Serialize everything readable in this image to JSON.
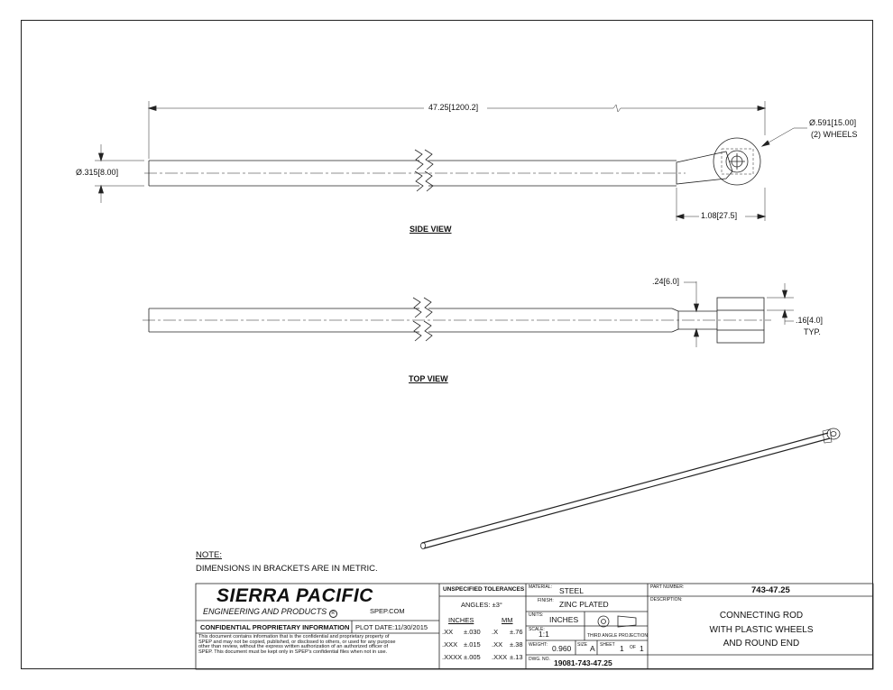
{
  "side_view": {
    "label": "SIDE VIEW",
    "overall_length": "47.25",
    "overall_length_mm": "1200.2",
    "rod_diameter": "Ø.315",
    "rod_diameter_mm": "8.00",
    "end_length": "1.08",
    "end_length_mm": "27.5",
    "wheel_diameter": "Ø.591",
    "wheel_diameter_mm": "15.00",
    "wheel_qty": "(2) WHEELS"
  },
  "top_view": {
    "label": "TOP VIEW",
    "slot_width": ".24",
    "slot_width_mm": "6.0",
    "wheel_thickness": ".16",
    "wheel_thickness_mm": "4.0",
    "typ": "TYP."
  },
  "note": {
    "heading": "NOTE:",
    "text": "DIMENSIONS IN BRACKETS ARE IN METRIC."
  },
  "title_block": {
    "company": "SIERRA PACIFIC",
    "company_sub": "ENGINEERING AND PRODUCTS",
    "registered": "R",
    "website": "SPEP.COM",
    "confidential_title": "CONFIDENTIAL PROPRIETARY INFORMATION",
    "plot_date_label": "PLOT DATE:",
    "plot_date": "11/30/2015",
    "confidential_lines": [
      "This document contains information that is the confidential and proprietary property of",
      "SPEP and may not be copied, published, or disclosed to others, or used for any purpose",
      "other than review, without the express written authorization of an authorized officer of",
      "SPEP. This document must be kept only in SPEP's confidential files when not in use."
    ],
    "tolerances_title": "UNSPECIFIED TOLERANCES",
    "angles": "ANGLES: ±3°",
    "inches_header": "INCHES",
    "mm_header": "MM",
    "tol_rows": [
      {
        "in_place": ".XX",
        "in_tol": "±.030",
        "mm_place": ".X",
        "mm_tol": "±.76"
      },
      {
        "in_place": ".XXX",
        "in_tol": "±.015",
        "mm_place": ".XX",
        "mm_tol": "±.38"
      },
      {
        "in_place": ".XXXX",
        "in_tol": "±.005",
        "mm_place": ".XXX",
        "mm_tol": "±.13"
      }
    ],
    "material_label": "MATERIAL:",
    "material": "STEEL",
    "finish_label": "FINISH:",
    "finish": "ZINC PLATED",
    "units_label": "UNITS:",
    "units": "INCHES",
    "scale_label": "SCALE:",
    "scale": "1:1",
    "projection": "THIRD ANGLE PROJECTION",
    "weight_label": "WEIGHT:",
    "weight": "0.960",
    "size_label": "SIZE",
    "size": "A",
    "sheet_label": "SHEET",
    "sheet": "1",
    "of_label": "OF",
    "sheet_total": "1",
    "dwg_label": "DWG. NO.",
    "dwg_no": "19081-743-47.25",
    "part_number_label": "PART NUMBER:",
    "part_number": "743-47.25",
    "description_label": "DESCRIPTION:",
    "description_lines": [
      "CONNECTING ROD",
      "WITH PLASTIC WHEELS",
      "AND ROUND END"
    ]
  }
}
